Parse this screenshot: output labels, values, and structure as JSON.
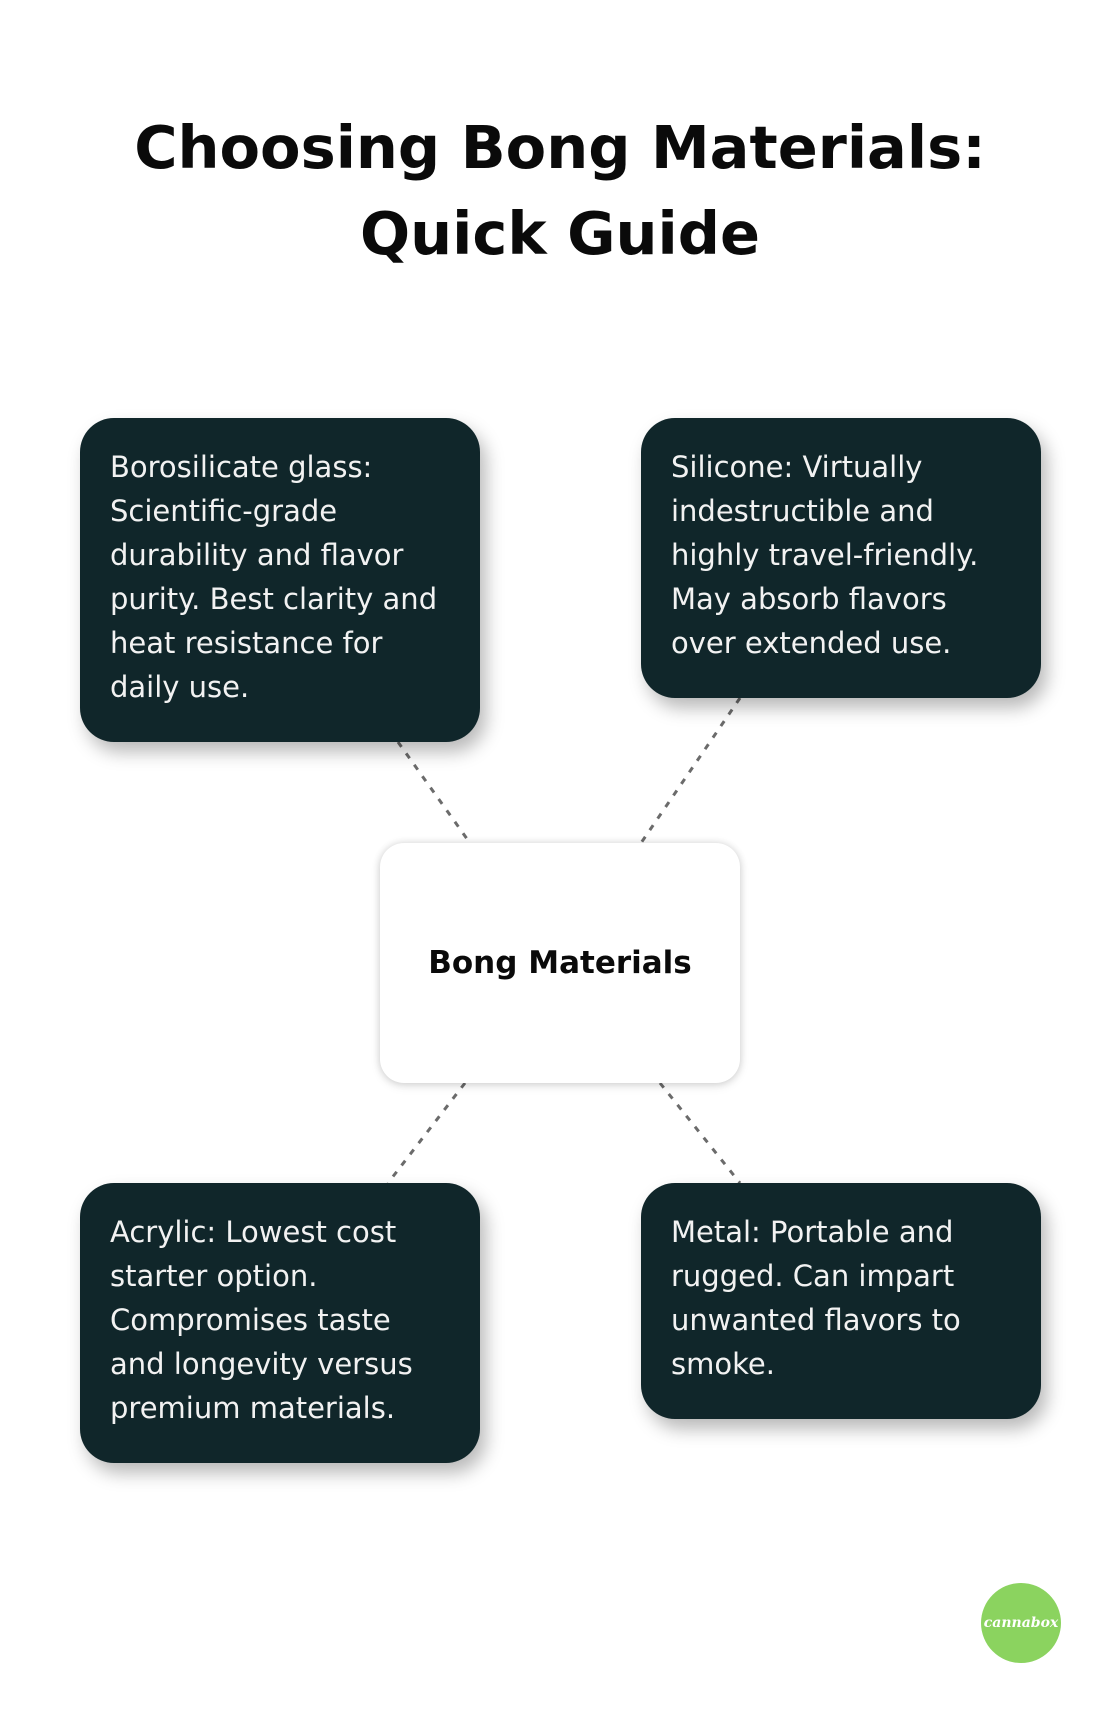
{
  "title": "Choosing Bong Materials: Quick Guide",
  "center_node": {
    "label": "Bong Materials"
  },
  "nodes": [
    {
      "id": "borosilicate",
      "text": "Borosilicate glass: Scientific-grade durability and flavor purity. Best clarity and heat resistance for daily use."
    },
    {
      "id": "silicone",
      "text": "Silicone: Virtually indestructible and highly travel-friendly. May absorb flavors over extended use."
    },
    {
      "id": "acrylic",
      "text": "Acrylic: Lowest cost starter option. Compromises taste and longevity versus premium materials."
    },
    {
      "id": "metal",
      "text": "Metal: Portable and rugged. Can impart unwanted flavors to smoke."
    }
  ],
  "logo": {
    "text": "cannabox"
  },
  "colors": {
    "card_background": "#10262a",
    "card_text": "#f2f2f2",
    "connector": "#6b6b6b",
    "logo_background": "#8bd35f",
    "page_background": "#ffffff"
  }
}
